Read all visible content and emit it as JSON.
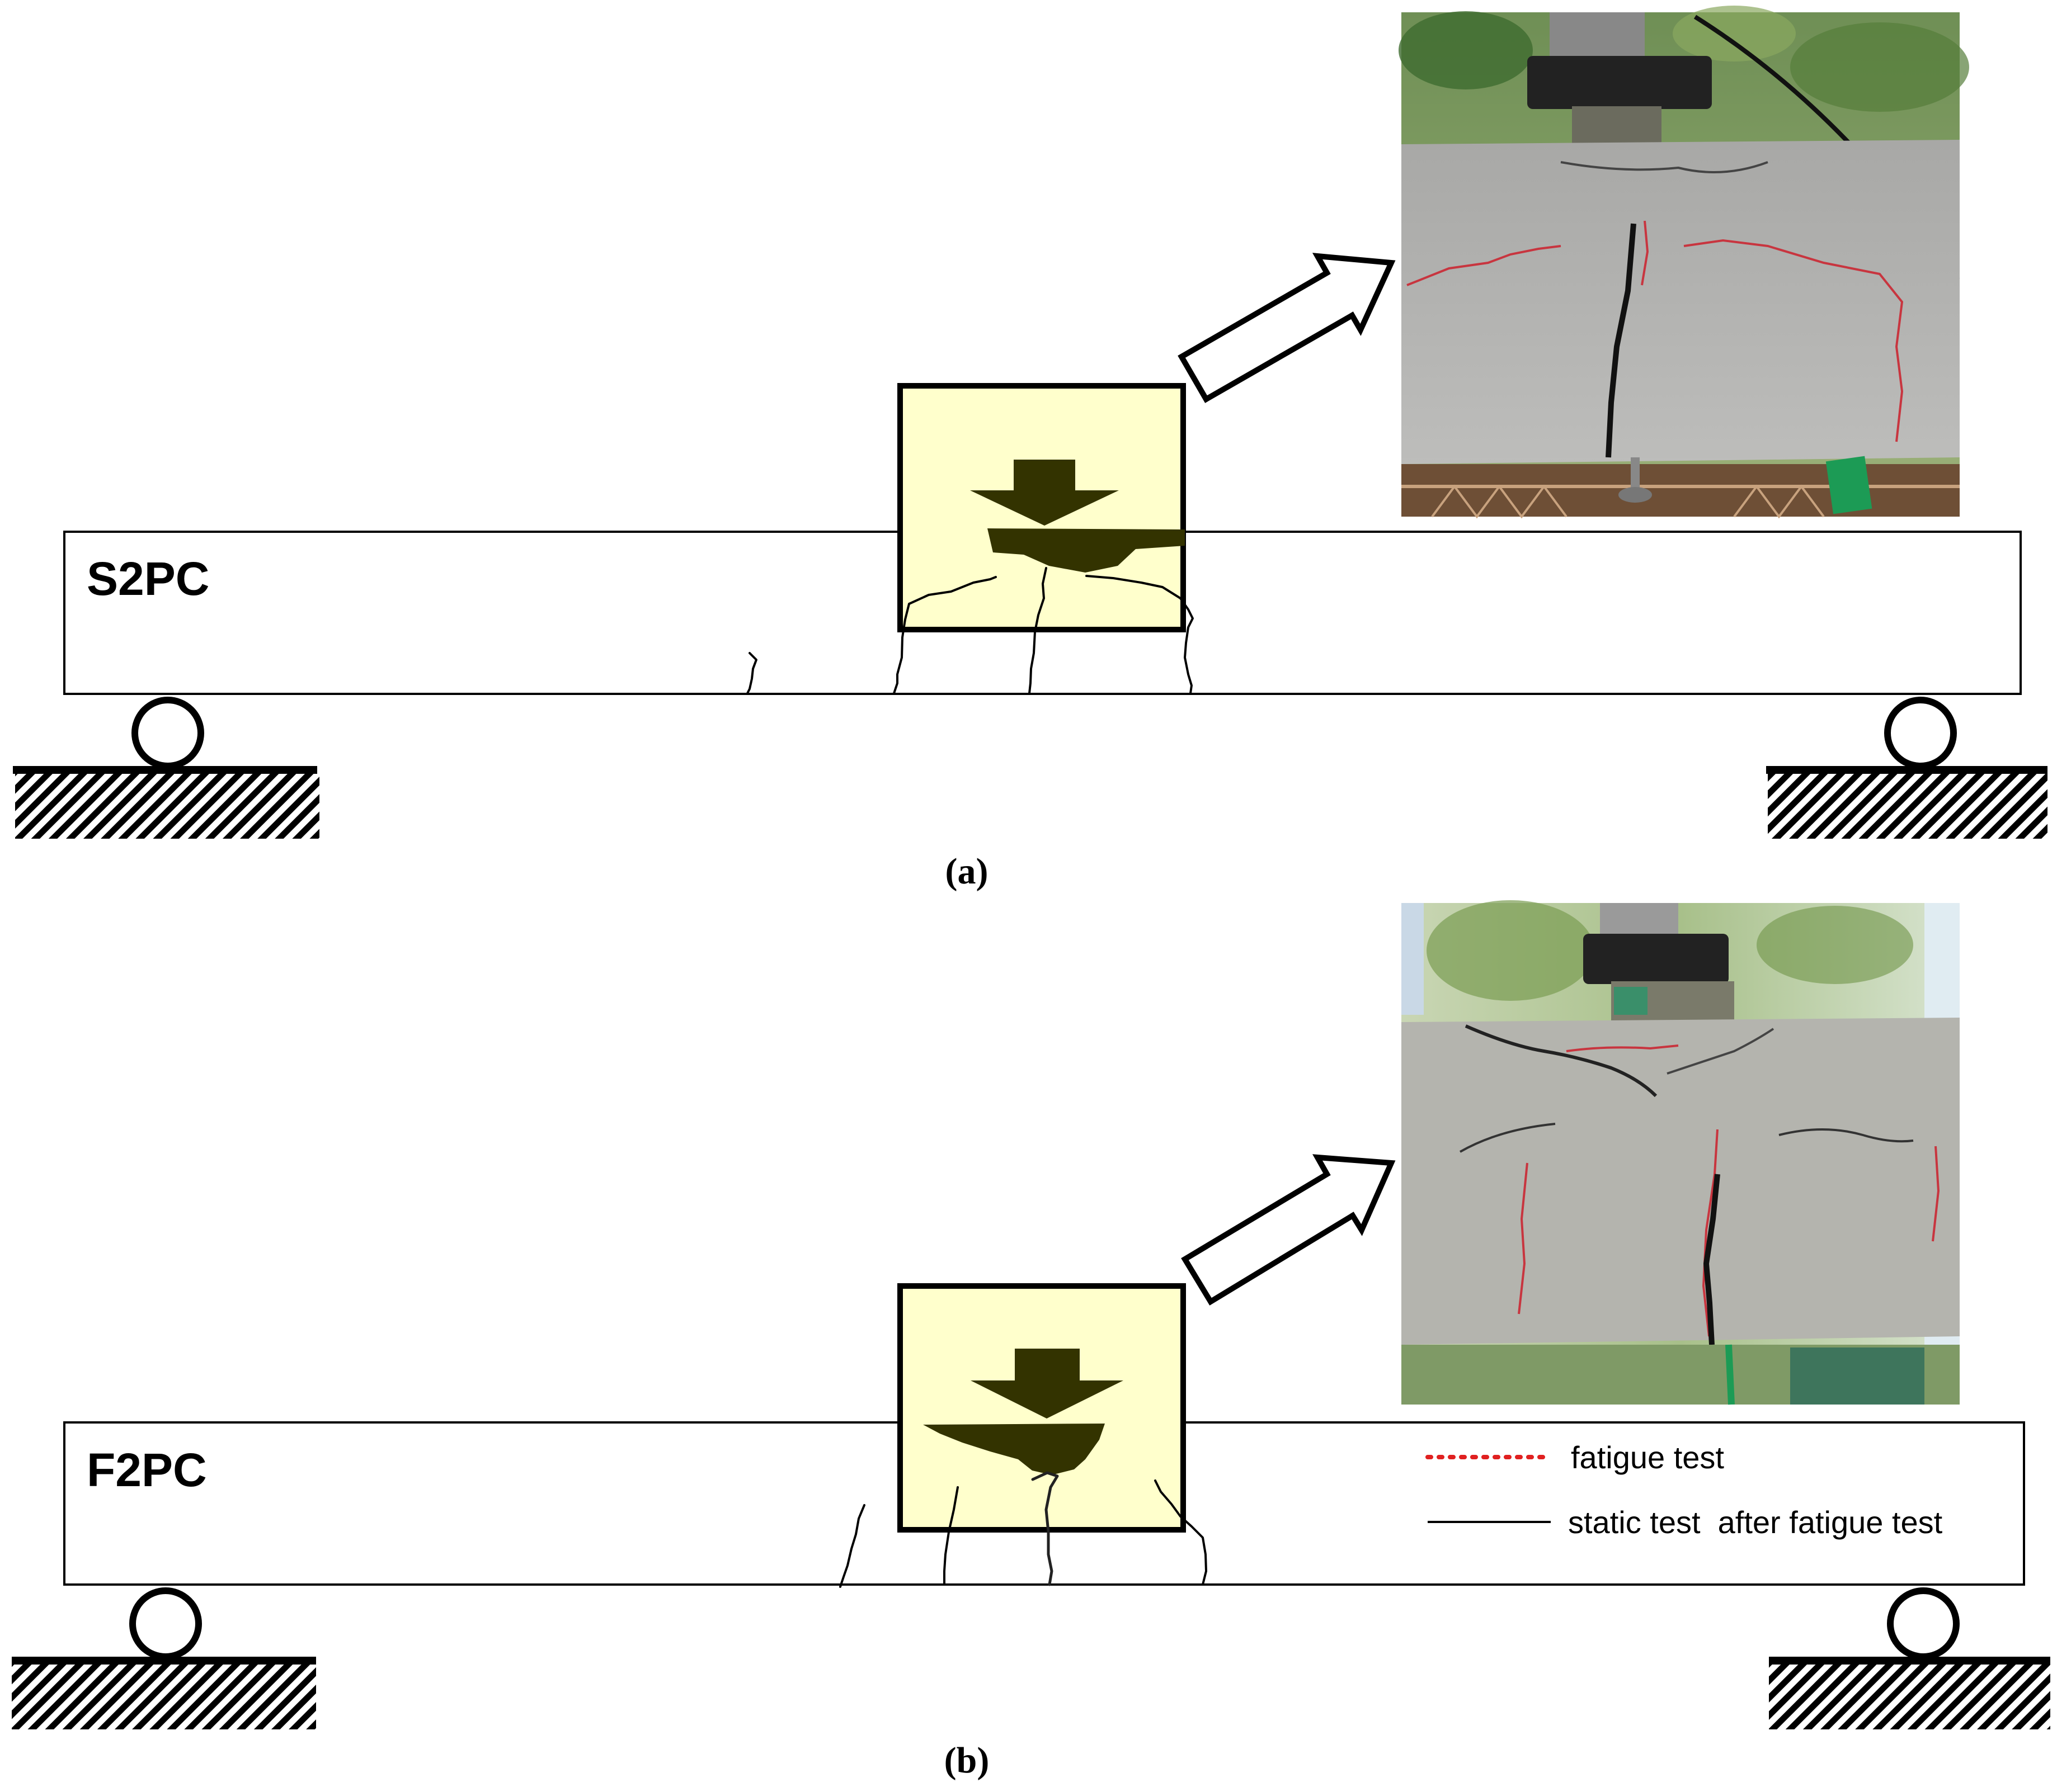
{
  "panels": [
    {
      "id": "a",
      "beam_label": "S2PC",
      "caption": "(a)"
    },
    {
      "id": "b",
      "beam_label": "F2PC",
      "caption": "(b)"
    }
  ],
  "legend": {
    "fatigue_label": "fatigue test",
    "static_label": "static test  after fatigue test",
    "fatigue_color": "#e02020",
    "static_color": "#000000"
  },
  "colors": {
    "highlight_fill": "#ffffcc",
    "load_arrow": "#333300",
    "photo_concrete": "#b6b6b4",
    "photo_crack_marker": "#c8353f",
    "photo_foliage": "#4d7a3a"
  },
  "icons": {
    "support": "roller-support-icon",
    "load": "load-arrow-icon",
    "callout": "callout-arrow-icon"
  }
}
